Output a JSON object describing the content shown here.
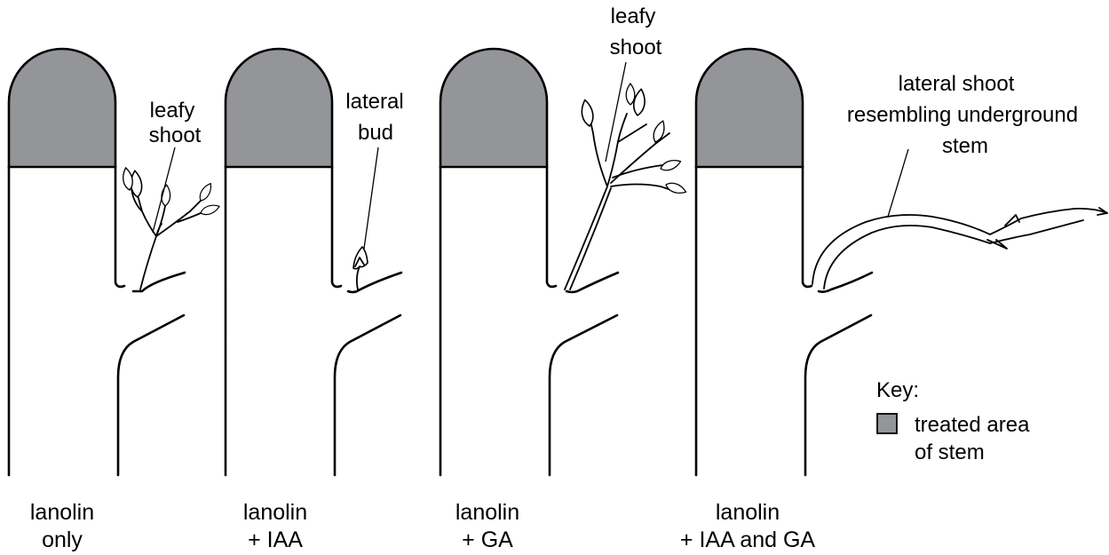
{
  "colors": {
    "treated_area": "#939598",
    "line": "#000000"
  },
  "panels": [
    {
      "caption_line1": "lanolin",
      "caption_line2": "only",
      "label_line1": "leafy",
      "label_line2": "shoot"
    },
    {
      "caption_line1": "lanolin",
      "caption_line2": "+ IAA",
      "label_line1": "lateral",
      "label_line2": "bud"
    },
    {
      "caption_line1": "lanolin",
      "caption_line2": "+ GA",
      "label_line1": "leafy",
      "label_line2": "shoot"
    },
    {
      "caption_line1": "lanolin",
      "caption_line2": "+ IAA and GA",
      "label_line1": "lateral shoot",
      "label_line2": "resembling underground",
      "label_line3": "stem"
    }
  ],
  "key": {
    "title": "Key:",
    "item_line1": "treated area",
    "item_line2": "of stem"
  }
}
